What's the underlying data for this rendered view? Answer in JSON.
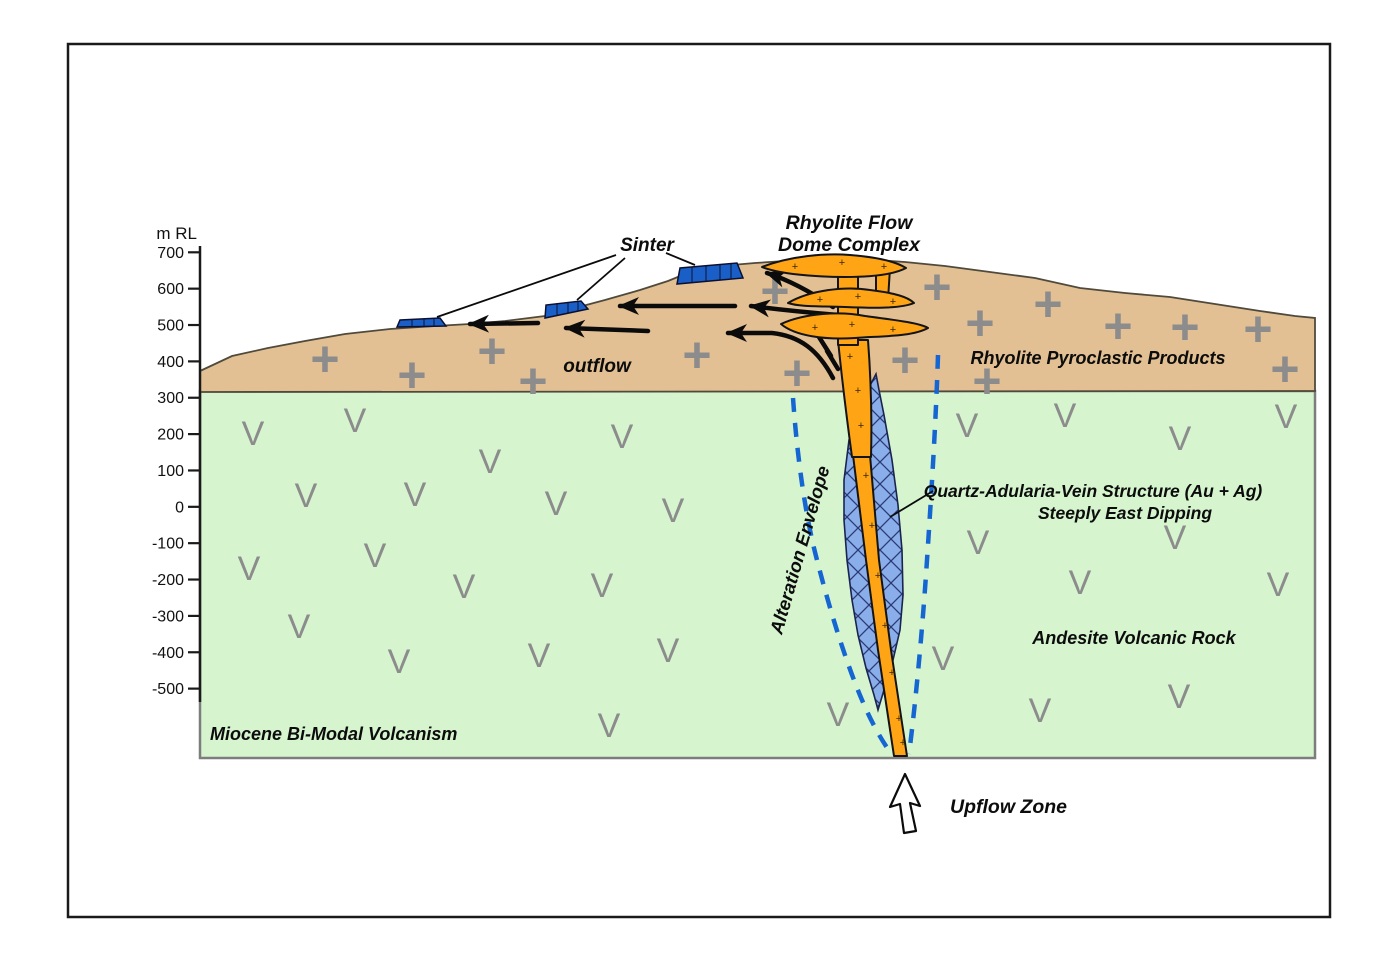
{
  "diagram": {
    "axis": {
      "unit_label": "m RL",
      "ticks": [
        "700",
        "600",
        "500",
        "400",
        "300",
        "200",
        "100",
        "0",
        "-100",
        "-200",
        "-300",
        "-400",
        "-500"
      ]
    },
    "labels": {
      "sinter": "Sinter",
      "dome_line1": "Rhyolite Flow",
      "dome_line2": "Dome Complex",
      "pyroclastic": "Rhyolite Pyroclastic Products",
      "outflow": "outflow",
      "vein_line1": "Quartz-Adularia-Vein Structure (Au + Ag)",
      "vein_line2": "Steeply East Dipping",
      "alteration": "Alteration Envelope",
      "andesite": "Andesite Volcanic Rock",
      "miocene": "Miocene Bi-Modal Volcanism",
      "upflow": "Upflow Zone"
    },
    "symbols": {
      "pyroclastic_symbol": "+",
      "andesite_symbol": "V"
    },
    "colors": {
      "pyroclastic_tan": "#E2C093",
      "andesite_green": "#D6F5CF",
      "dome_orange": "#FFA415",
      "sinter_blue": "#1A5FC8",
      "vein_halo_blue": "#8AAEE9",
      "vein_hatch_blue": "#2B3A75",
      "alteration_dash_blue": "#1566D2",
      "symbol_gray": "#8C8C8C"
    }
  }
}
